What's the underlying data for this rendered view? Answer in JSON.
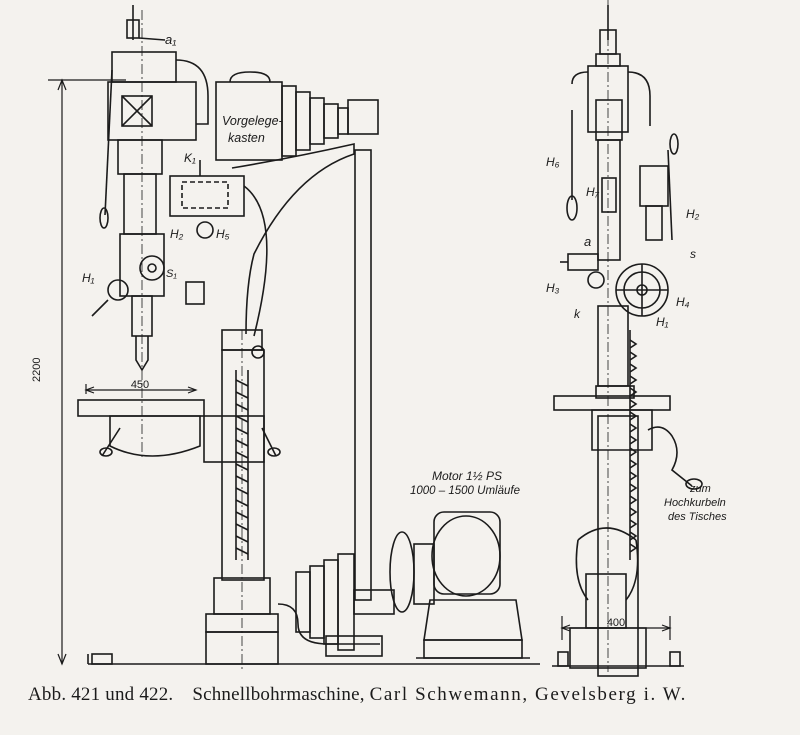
{
  "caption": {
    "figure_ref": "Abb. 421 und 422.",
    "title": "Schnellbohrmaschine,",
    "maker": "Carl Schwemann, Gevelsberg i. W."
  },
  "labels": {
    "a1": "a₁",
    "vorgelege_1": "Vorgelege-",
    "vorgelege_2": "kasten",
    "k1": "K₁",
    "h2_left": "H₂",
    "h5": "H₅",
    "h1_left": "H₁",
    "s1": "S₁",
    "h6": "H₆",
    "h7": "H₇",
    "h2_right": "H₂",
    "a": "a",
    "s": "s",
    "h3": "H₃",
    "h4": "H₄",
    "k": "k",
    "h1_right": "H₁",
    "motor_1": "Motor 1½ PS",
    "motor_2": "1000 – 1500 Umläufe",
    "crank_1": "zum",
    "crank_2": "Hochkurbeln",
    "crank_3": "des Tisches"
  },
  "dimensions": {
    "height": "2200",
    "table_width": "450",
    "base_width": "400"
  }
}
